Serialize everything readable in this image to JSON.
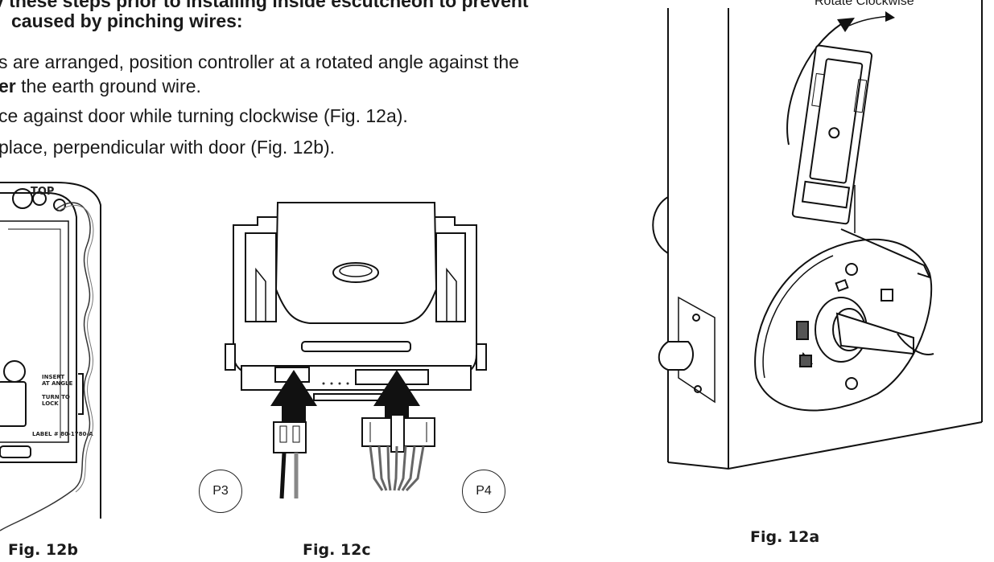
{
  "instructions": {
    "heading_line1": "v these steps prior to installing inside escutcheon to prevent",
    "heading_line2": "caused by pinching wires:",
    "step1_line1": "s are arranged, position controller at a rotated angle against the",
    "step1_line2_bold": "er",
    "step1_line2_rest": " the earth ground wire.",
    "step2": "ce against door while turning clockwise (Fig. 12a).",
    "step3": "place, perpendicular with door (Fig. 12b)."
  },
  "figures": {
    "fig12b": {
      "label": "Fig. 12b",
      "top_mark": "TOP",
      "insert_text_1": "INSERT",
      "insert_text_2": "AT ANGLE",
      "turn_text_1": "TURN TO",
      "turn_text_2": "LOCK",
      "part_label": "LABEL # 80-1780-A"
    },
    "fig12c": {
      "label": "Fig.  12c",
      "port_left": "P3",
      "port_right": "P4"
    },
    "fig12a": {
      "label": "Fig. 12a",
      "rotate_caption": "Rotate Clockwise"
    }
  }
}
